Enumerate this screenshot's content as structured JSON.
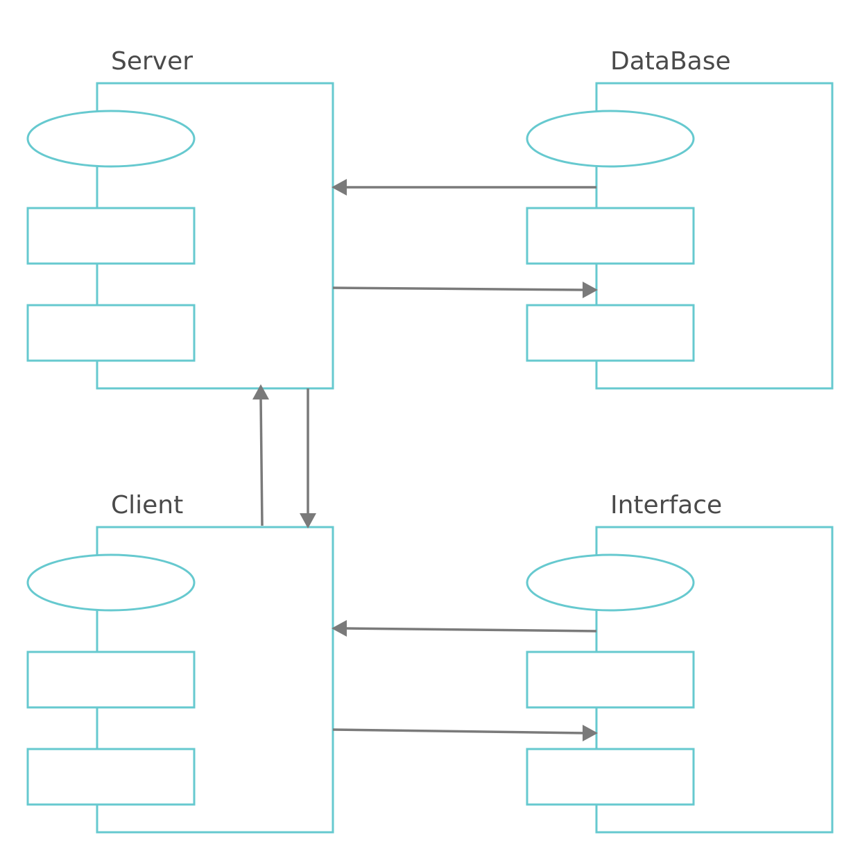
{
  "diagram": {
    "components": [
      {
        "id": "server",
        "label": "Server"
      },
      {
        "id": "database",
        "label": "DataBase"
      },
      {
        "id": "client",
        "label": "Client"
      },
      {
        "id": "interface",
        "label": "Interface"
      }
    ]
  },
  "colors": {
    "outline": "#66c9cf",
    "arrow": "#7a7a7a",
    "text": "#4a4a4a",
    "background": "#ffffff"
  }
}
